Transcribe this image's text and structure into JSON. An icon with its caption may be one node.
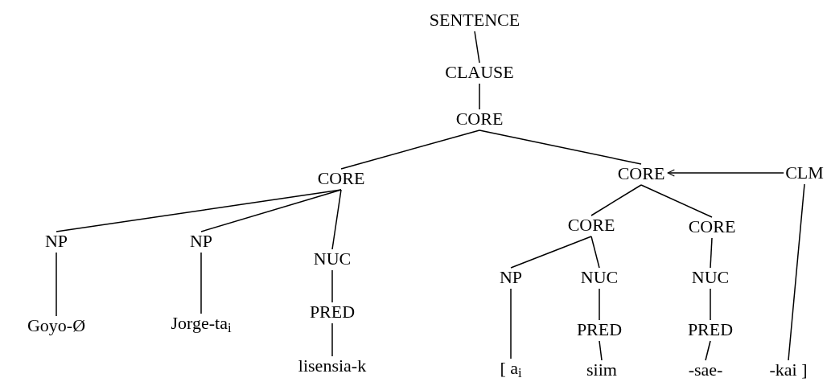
{
  "diagram": {
    "nodes": [
      {
        "text": [
          "SENTENCE"
        ]
      },
      {
        "text": [
          "CLAUSE"
        ]
      },
      {
        "text": [
          "CORE"
        ]
      },
      {
        "text": [
          "CORE"
        ]
      },
      {
        "text": [
          "CORE"
        ]
      },
      {
        "text": [
          "CLM"
        ]
      },
      {
        "text": [
          "NP"
        ]
      },
      {
        "text": [
          "NP"
        ]
      },
      {
        "text": [
          "NUC"
        ]
      },
      {
        "text": [
          "PRED"
        ]
      },
      {
        "text": [
          "Goyo-Ø"
        ]
      },
      {
        "text": [
          "Jorge-ta$_{i}$"
        ]
      },
      {
        "text": [
          "lisensia-k"
        ]
      },
      {
        "text": [
          "CORE"
        ]
      },
      {
        "text": [
          "CORE"
        ]
      },
      {
        "text": [
          "NP"
        ]
      },
      {
        "text": [
          "NUC"
        ]
      },
      {
        "text": [
          "NUC"
        ]
      },
      {
        "text": [
          "PRED"
        ]
      },
      {
        "text": [
          "PRED"
        ]
      },
      {
        "text": [
          "[ a$_{i}$"
        ]
      },
      {
        "text": [
          "siim"
        ]
      },
      {
        "text": [
          "-sae-"
        ]
      },
      {
        "text": [
          "-kai ]"
        ]
      }
    ],
    "edges": [
      {
        "from": 0,
        "to": 1,
        "arrow": "none"
      },
      {
        "from": 1,
        "to": 2,
        "arrow": "none"
      },
      {
        "from": 2,
        "to": 3,
        "arrow": "none"
      },
      {
        "from": 2,
        "to": 4,
        "arrow": "none"
      },
      {
        "from": 5,
        "to": 4,
        "arrow": "to"
      },
      {
        "from": 3,
        "to": 6,
        "arrow": "none"
      },
      {
        "from": 3,
        "to": 7,
        "arrow": "none"
      },
      {
        "from": 3,
        "to": 8,
        "arrow": "none"
      },
      {
        "from": 6,
        "to": 10,
        "arrow": "none"
      },
      {
        "from": 7,
        "to": 11,
        "arrow": "none"
      },
      {
        "from": 8,
        "to": 9,
        "arrow": "none"
      },
      {
        "from": 9,
        "to": 12,
        "arrow": "none"
      },
      {
        "from": 4,
        "to": 13,
        "arrow": "none"
      },
      {
        "from": 4,
        "to": 14,
        "arrow": "none"
      },
      {
        "from": 13,
        "to": 15,
        "arrow": "none"
      },
      {
        "from": 13,
        "to": 16,
        "arrow": "none"
      },
      {
        "from": 14,
        "to": 17,
        "arrow": "none"
      },
      {
        "from": 15,
        "to": 20,
        "arrow": "none"
      },
      {
        "from": 16,
        "to": 18,
        "arrow": "none"
      },
      {
        "from": 17,
        "to": 19,
        "arrow": "none"
      },
      {
        "from": 18,
        "to": 21,
        "arrow": "none"
      },
      {
        "from": 19,
        "to": 22,
        "arrow": "none"
      },
      {
        "from": 5,
        "to": 23,
        "arrow": "none"
      }
    ]
  }
}
